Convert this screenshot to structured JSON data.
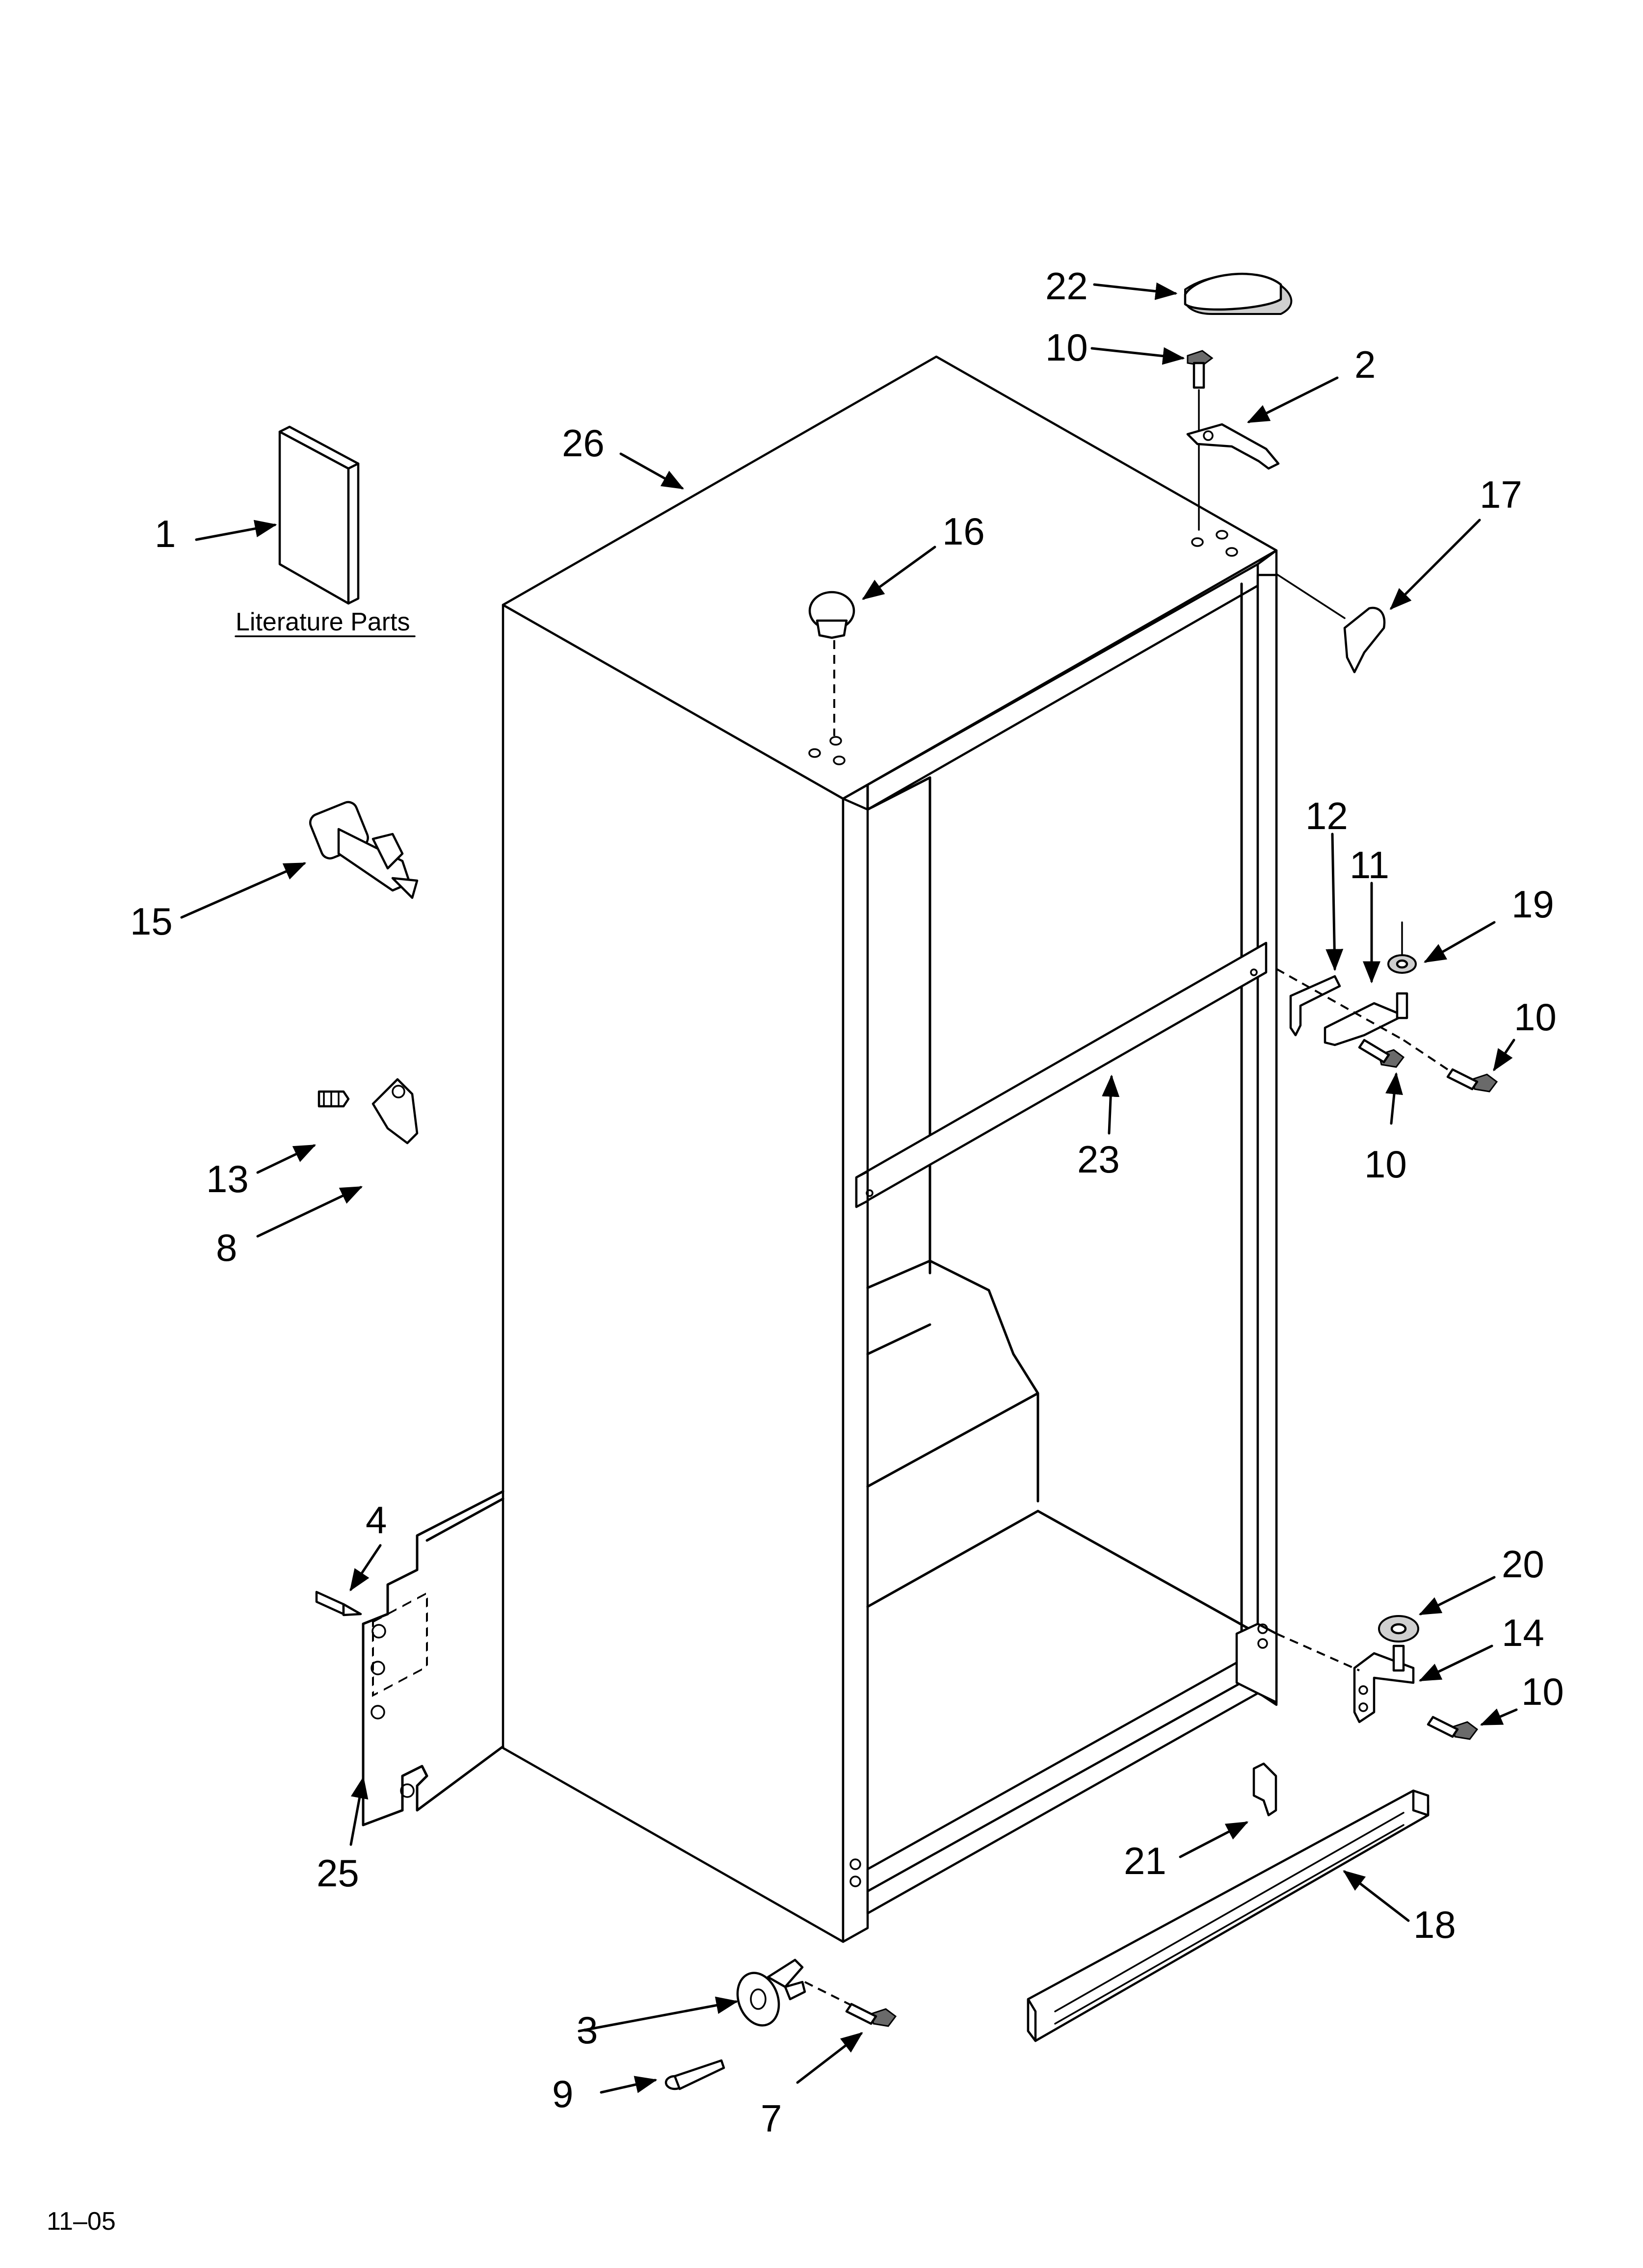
{
  "literature_label": "Literature Parts",
  "footer_code": "11–05",
  "callouts": {
    "c1": "1",
    "c2": "2",
    "c3": "3",
    "c4": "4",
    "c7": "7",
    "c8": "8",
    "c9": "9",
    "c10a": "10",
    "c10b": "10",
    "c10c": "10",
    "c10d": "10",
    "c11": "11",
    "c12": "12",
    "c13": "13",
    "c14": "14",
    "c15": "15",
    "c16": "16",
    "c17": "17",
    "c18": "18",
    "c19": "19",
    "c20": "20",
    "c21": "21",
    "c22": "22",
    "c23": "23",
    "c25": "25",
    "c26": "26"
  }
}
